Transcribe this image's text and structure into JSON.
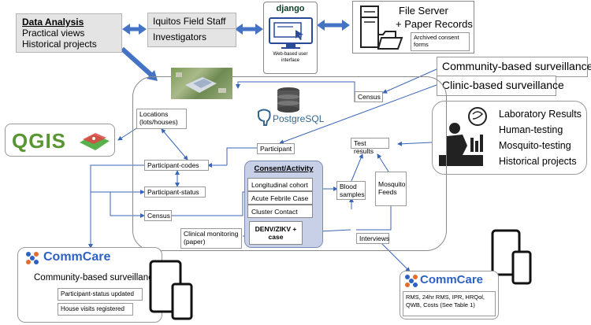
{
  "data_analysis": {
    "title": "Data Analysis",
    "line1": "Practical views",
    "line2": "Historical projects"
  },
  "field_staff": {
    "staff": "Iquitos Field Staff",
    "investigators": "Investigators"
  },
  "django": {
    "logo": "django",
    "caption": "Web-based user interface"
  },
  "file_server": {
    "line1": "File Server",
    "line2": "+ Paper Records",
    "archive": "Archived consent forms"
  },
  "surveillance": {
    "community": "Community-based surveillance",
    "clinic": "Clinic-based surveillance"
  },
  "lab": {
    "line1": "Laboratory Results",
    "line2": "Human-testing",
    "line3": "Mosquito-testing",
    "line4": "Historical projects"
  },
  "qgis": {
    "logo": "QGIS"
  },
  "postgres": {
    "label": "PostgreSQL"
  },
  "nodes": {
    "census_top": "Census",
    "locations": "Locations (lots/houses)",
    "participant": "Participant",
    "participant_codes": "Participant-codes",
    "participant_status": "Participant-status",
    "census_bottom": "Census",
    "clinical": "Clinical monitoring (paper)",
    "test_results": "Test results",
    "blood": "Blood samples",
    "mosquito": "Mosquito Feeds",
    "interviews": "Interviews"
  },
  "consent": {
    "title": "Consent/Activity",
    "items": [
      "Longitudinal cohort",
      "Acute Febrile Case",
      "Cluster Contact"
    ],
    "case": "DENV/ZIKV + case"
  },
  "commcare_left": {
    "logo": "CommCare",
    "subtitle": "Community-based surveillance",
    "items": [
      "Participant-status updated",
      "House visits registered"
    ]
  },
  "commcare_right": {
    "logo": "CommCare",
    "text": "RMS, 24hr RMS, IPR, HRQol, QWB, Costs (See Table 1)"
  },
  "colors": {
    "arrow": "#4472c4",
    "thin_line": "#3a66b8",
    "consent_fill": "#c7d0e6"
  }
}
